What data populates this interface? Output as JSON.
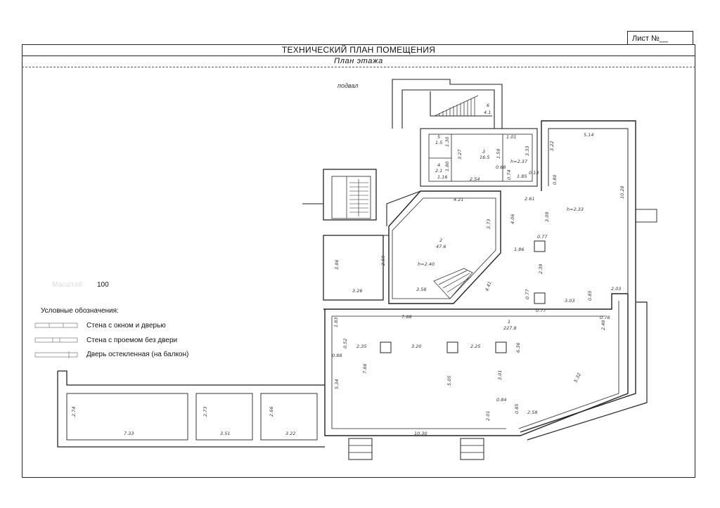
{
  "sheet": {
    "label": "Лист №__"
  },
  "header": {
    "title": "ТЕХНИЧЕСКИЙ ПЛАН ПОМЕЩЕНИЯ",
    "subtitle": "План этажа"
  },
  "plan": {
    "basement_label": "подвал"
  },
  "scale": {
    "label": "Масштаб",
    "value": "100"
  },
  "legend": {
    "title": "Условные обозначения:",
    "items": [
      "Стена с окном и дверью",
      "Стена с проемом без двери",
      "Дверь остекленная (на балкон)"
    ]
  },
  "rooms": {
    "r1": {
      "number": "1",
      "area": "227.8"
    },
    "r2": {
      "number": "2",
      "area": "47.6",
      "height": "h=2.40"
    },
    "r3": {
      "number": "3",
      "area": "16.5",
      "height": "h=2.37"
    },
    "r4": {
      "number": "4",
      "area": "2.1"
    },
    "r5": {
      "number": "5",
      "area": "1.5"
    },
    "r6": {
      "number": "6",
      "area": "4.1"
    },
    "right_height": "h=2.33"
  },
  "dimensions": {
    "d_514": "5.14",
    "d_322": "3.22",
    "d_1028": "10.28",
    "d_261": "2.61",
    "d_309": "3.09",
    "d_406": "4.06",
    "d_421": "4.21",
    "d_373": "3.73",
    "d_441": "4.41",
    "d_358": "3.58",
    "d_768": "7.68",
    "d_259": "2.59",
    "d_386": "3.86",
    "d_326": "3.26",
    "d_101": "1.01",
    "d_333": "3.33",
    "d_159": "1.59",
    "d_327": "3.27",
    "d_068": "0.68",
    "d_074": "0.74",
    "d_185": "1.85",
    "d_254": "2.54",
    "d_116": "1.16",
    "d_180": "1.80",
    "d_130": "1.30",
    "d_013": "0.13",
    "d_080": "0.80",
    "d_077a": "0.77",
    "d_186": "1.86",
    "d_239": "2.39",
    "d_077b": "0.77",
    "d_077c": "0.77",
    "d_303": "3.03",
    "d_085a": "0.85",
    "d_203": "2.03",
    "d_078": "0.78",
    "d_248": "2.48",
    "d_183": "1.83",
    "d_052": "0.52",
    "d_088": "0.88",
    "d_235": "2.35",
    "d_320": "3.20",
    "d_225": "2.25",
    "d_636": "6.36",
    "d_766": "7.66",
    "d_505": "5.05",
    "d_301": "3.01",
    "d_532": "5.32",
    "d_534": "5.34",
    "d_084": "0.84",
    "d_085b": "0.85",
    "d_201": "2.01",
    "d_259b": "2.59",
    "d_1030": "10.30",
    "d_274": "2.74",
    "d_733": "7.33",
    "d_273": "2.73",
    "d_351": "3.51",
    "d_266": "2.66",
    "d_322b": "3.22"
  }
}
